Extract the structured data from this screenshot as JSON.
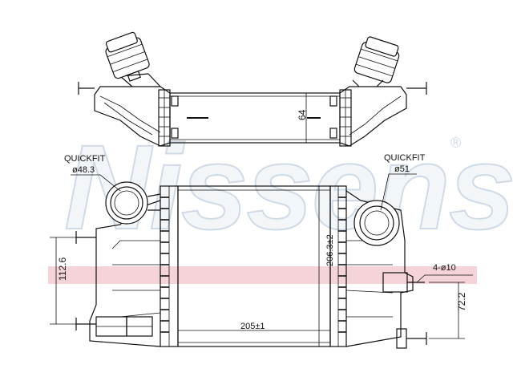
{
  "watermark": {
    "brand": "Nissens",
    "registered_mark": "®",
    "color": "#b9cadb"
  },
  "accent_band_color": "#f2c9cf",
  "labels": {
    "quickfit_left": "QUICKFIT",
    "dia_left": "ø48.3",
    "quickfit_right": "QUICKFIT",
    "dia_right": "ø51",
    "dim_top_height": "64",
    "dim_core_height": "206.3±2",
    "dim_core_width": "205±1",
    "dim_left_height": "112.6",
    "dim_right_height": "72.2",
    "dim_holes": "4-ø10"
  }
}
